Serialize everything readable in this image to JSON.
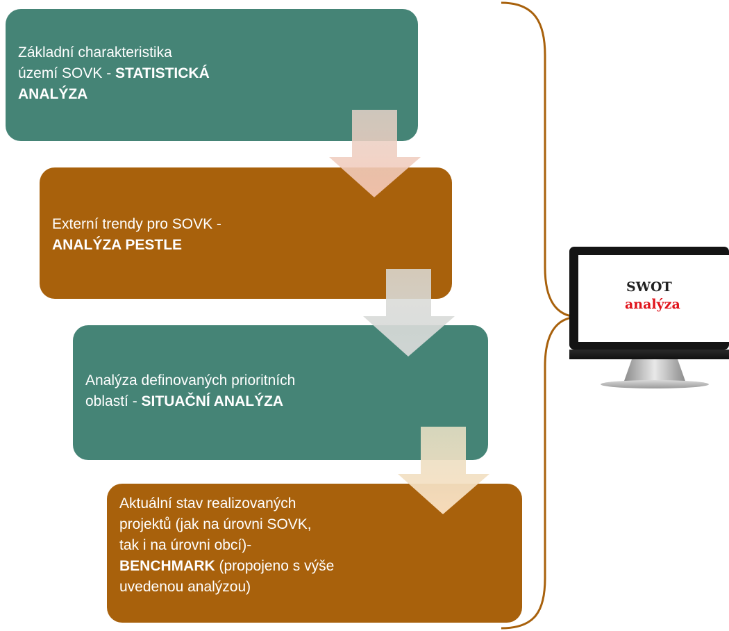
{
  "steps": [
    {
      "line1": "Základní charakteristika",
      "line2_plain": "území SOVK - ",
      "line2_bold": "STATISTICKÁ",
      "line3_bold": "ANALÝZA"
    },
    {
      "line1": "Externí trendy pro SOVK -",
      "line2_bold": "ANALÝZA PESTLE"
    },
    {
      "line1": "Analýza definovaných prioritních",
      "line2_plain": "oblastí - ",
      "line2_bold": "SITUAČNÍ ANALÝZA"
    },
    {
      "line1": "Aktuální stav realizovaných",
      "line2": "projektů (jak na úrovni SOVK,",
      "line3": "tak i na úrovni obcí)-",
      "line4_bold": "BENCHMARK",
      "line4_plain": " (propojeno s výše",
      "line5": "uvedenou analýzou)"
    }
  ],
  "monitor": {
    "title": "SWOT",
    "subtitle": "analýza"
  },
  "colors": {
    "teal": "#458476",
    "brown": "#a8610c",
    "brace": "#a8610c",
    "subtitle": "#e0131b"
  }
}
